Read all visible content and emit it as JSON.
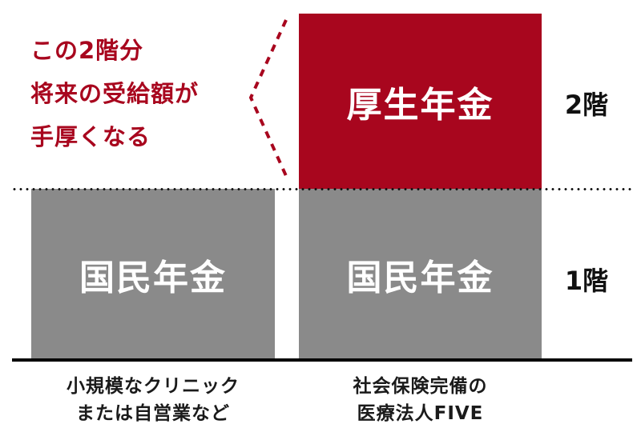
{
  "callout": {
    "lines": [
      "この2階分",
      "将来の受給額が",
      "手厚くなる"
    ]
  },
  "columns": [
    {
      "caption_lines": [
        "小規模なクリニック",
        "または自営業など"
      ],
      "tiers": [
        {
          "floor": 1,
          "label": "国民年金",
          "color": "#8a8a8a"
        }
      ]
    },
    {
      "caption_lines": [
        "社会保険完備の",
        "医療法人FIVE"
      ],
      "tiers": [
        {
          "floor": 1,
          "label": "国民年金",
          "color": "#8a8a8a"
        },
        {
          "floor": 2,
          "label": "厚生年金",
          "color": "#a8061e"
        }
      ]
    }
  ],
  "floor_labels": {
    "second": "2階",
    "first": "1階"
  },
  "colors": {
    "accent_red": "#a8061e",
    "tier_gray": "#8a8a8a",
    "text_dark": "#111111"
  }
}
